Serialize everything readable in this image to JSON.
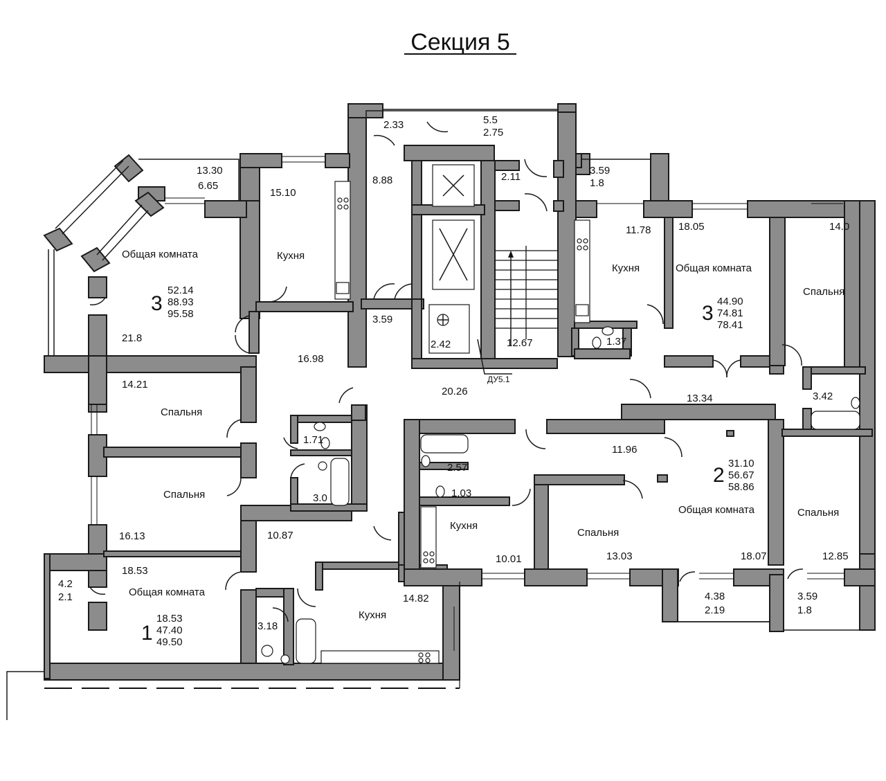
{
  "title": "Секция 5",
  "room_names": {
    "living": "Общая комната",
    "kitchen": "Кухня",
    "bedroom": "Спальня"
  },
  "areas": [
    "2.33",
    "5.5",
    "2.75",
    "8.88",
    "2.11",
    "13.30",
    "6.65",
    "15.10",
    "3.59",
    "1.8",
    "11.78",
    "18.05",
    "14.0",
    "21.8",
    "3.59",
    "2.42",
    "12.67",
    "1.37",
    "16.98",
    "20.26",
    "ДУ5.1",
    "13.34",
    "14.21",
    "1.71",
    "3.42",
    "11.96",
    "2.57",
    "3.0",
    "1.03",
    "16.13",
    "10.87",
    "10.01",
    "13.03",
    "18.07",
    "12.85",
    "18.53",
    "14.82",
    "4.2",
    "2.1",
    "3.18",
    "4.38",
    "2.19",
    "3.59",
    "1.8"
  ],
  "apartments": [
    {
      "rooms": "3",
      "values": [
        "52.14",
        "88.93",
        "95.58"
      ]
    },
    {
      "rooms": "3",
      "values": [
        "44.90",
        "74.81",
        "78.41"
      ]
    },
    {
      "rooms": "2",
      "values": [
        "31.10",
        "56.67",
        "58.86"
      ]
    },
    {
      "rooms": "1",
      "values": [
        "18.53",
        "47.40",
        "49.50"
      ]
    }
  ]
}
